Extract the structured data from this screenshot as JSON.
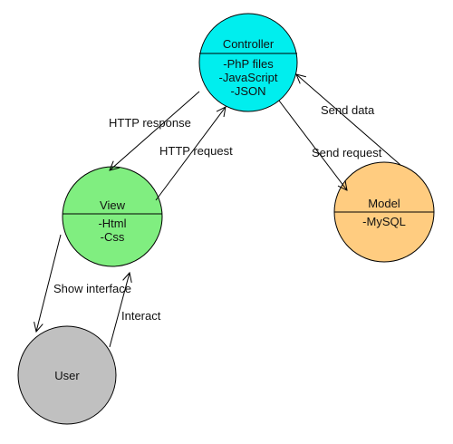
{
  "nodes": {
    "controller": {
      "title": "Controller",
      "items": [
        "-PhP files",
        "-JavaScript",
        "-JSON"
      ],
      "color": "#00eeee"
    },
    "view": {
      "title": "View",
      "items": [
        "-Html",
        "-Css"
      ],
      "color": "#80ee80"
    },
    "model": {
      "title": "Model",
      "items": [
        "-MySQL"
      ],
      "color": "#ffcc80"
    },
    "user": {
      "title": "User",
      "color": "#c0c0c0"
    }
  },
  "edges": {
    "http_response": "HTTP response",
    "http_request": "HTTP request",
    "send_data": "Send data",
    "send_request": "Send request",
    "show_interface": "Show interface",
    "interact": "Interact"
  }
}
